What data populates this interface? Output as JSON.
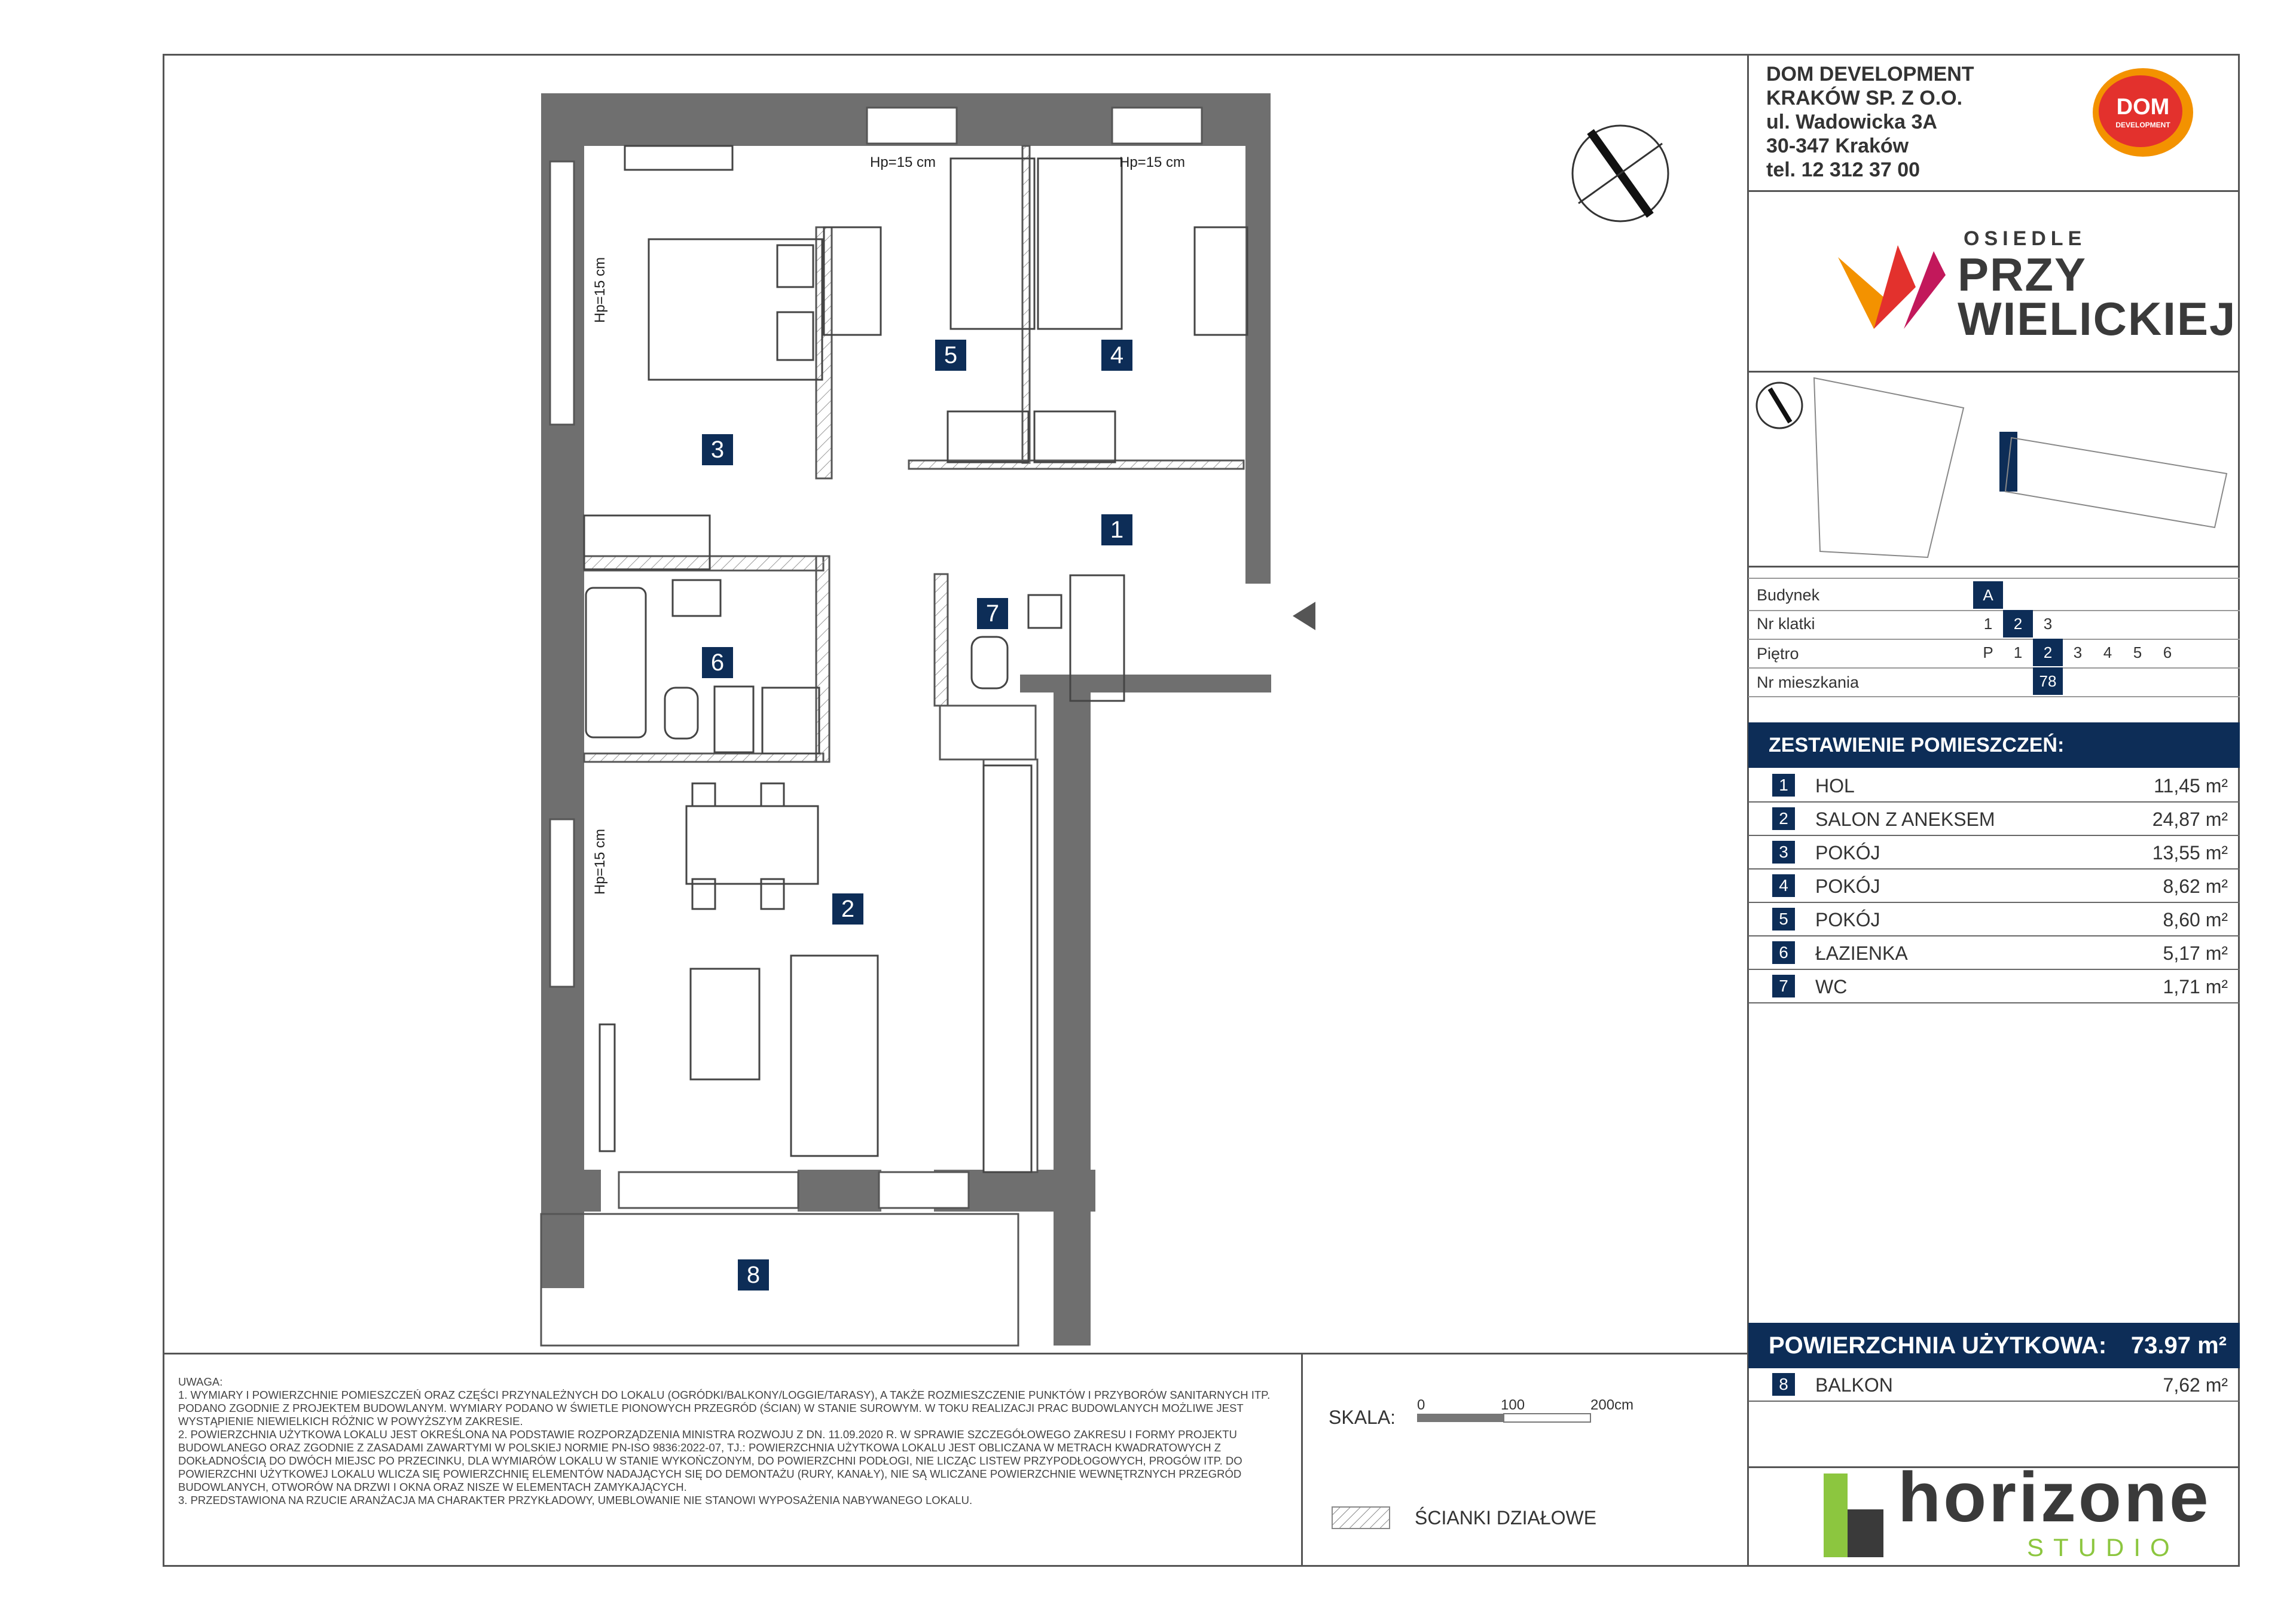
{
  "company": {
    "name_line1": "DOM DEVELOPMENT",
    "name_line2": "KRAKÓW SP. Z O.O.",
    "street": "ul. Wadowicka 3A",
    "city": "30-347 Kraków",
    "phone": "tel. 12 312 37 00",
    "logo_text_top": "DOM",
    "logo_text_bottom": "DEVELOPMENT"
  },
  "estate": {
    "line1": "OSIEDLE",
    "line2": "PRZY",
    "line3": "WIELICKIEJ"
  },
  "info": {
    "building_label": "Budynek",
    "building_values": [
      "A"
    ],
    "building_active": "A",
    "stair_label": "Nr klatki",
    "stair_values": [
      "1",
      "2",
      "3"
    ],
    "stair_active": "2",
    "floor_label": "Piętro",
    "floor_values": [
      "P",
      "1",
      "2",
      "3",
      "4",
      "5",
      "6"
    ],
    "floor_active": "2",
    "apartment_label": "Nr mieszkania",
    "apartment_value": "78"
  },
  "rooms_header": "ZESTAWIENIE POMIESZCZEŃ:",
  "rooms": [
    {
      "num": "1",
      "name": "HOL",
      "area": "11,45 m²"
    },
    {
      "num": "2",
      "name": "SALON Z ANEKSEM",
      "area": "24,87 m²"
    },
    {
      "num": "3",
      "name": "POKÓJ",
      "area": "13,55 m²"
    },
    {
      "num": "4",
      "name": "POKÓJ",
      "area": "8,62 m²"
    },
    {
      "num": "5",
      "name": "POKÓJ",
      "area": "8,60 m²"
    },
    {
      "num": "6",
      "name": "ŁAZIENKA",
      "area": "5,17 m²"
    },
    {
      "num": "7",
      "name": "WC",
      "area": "1,71 m²"
    }
  ],
  "total": {
    "label": "POWIERZCHNIA UŻYTKOWA:",
    "value": "73.97 m²"
  },
  "balcony": {
    "num": "8",
    "name": "BALKON",
    "area": "7,62 m²"
  },
  "plan": {
    "room_labels": [
      "1",
      "2",
      "3",
      "4",
      "5",
      "6",
      "7",
      "8"
    ],
    "hp_text": "Hp=15 cm"
  },
  "notes": {
    "title": "UWAGA:",
    "items": [
      "1. WYMIARY I POWIERZCHNIE POMIESZCZEŃ ORAZ CZĘŚCI PRZYNALEŻNYCH DO LOKALU (OGRÓDKI/BALKONY/LOGGIE/TARASY), A TAKŻE ROZMIESZCZENIE PUNKTÓW I PRZYBORÓW SANITARNYCH ITP. PODANO ZGODNIE Z PROJEKTEM BUDOWLANYM. WYMIARY PODANO W ŚWIETLE PIONOWYCH PRZEGRÓD (ŚCIAN) W STANIE SUROWYM. W TOKU REALIZACJI PRAC BUDOWLANYCH MOŻLIWE JEST WYSTĄPIENIE NIEWIELKICH RÓŻNIC W POWYŻSZYM ZAKRESIE.",
      "2. POWIERZCHNIA UŻYTKOWA LOKALU JEST OKREŚLONA NA PODSTAWIE ROZPORZĄDZENIA MINISTRA ROZWOJU Z DN. 11.09.2020 R. W SPRAWIE SZCZEGÓŁOWEGO ZAKRESU I FORMY PROJEKTU BUDOWLANEGO ORAZ ZGODNIE Z ZASADAMI ZAWARTYMI W POLSKIEJ NORMIE PN-ISO 9836:2022-07, TJ.: POWIERZCHNIA UŻYTKOWA LOKALU JEST OBLICZANA W METRACH KWADRATOWYCH Z DOKŁADNOŚCIĄ DO DWÓCH MIEJSC PO PRZECINKU, DLA WYMIARÓW LOKALU W STANIE WYKOŃCZONYM, DO POWIERZCHNI PODŁOGI, NIE LICZĄC LISTEW PRZYPODŁOGOWYCH, PROGÓW ITP. DO POWIERZCHNI UŻYTKOWEJ LOKALU WLICZA SIĘ POWIERZCHNIĘ ELEMENTÓW NADAJĄCYCH SIĘ DO DEMONTAŻU (RURY, KANAŁY), NIE SĄ WLICZANE POWIERZCHNIE WEWNĘTRZNYCH PRZEGRÓD BUDOWLANYCH, OTWORÓW NA DRZWI I OKNA ORAZ NISZE W ELEMENTACH ZAMYKAJĄCYCH.",
      "3. PRZEDSTAWIONA NA RZUCIE ARANŻACJA MA CHARAKTER PRZYKŁADOWY, UMEBLOWANIE NIE STANOWI WYPOSAŻENIA NABYWANEGO LOKALU."
    ]
  },
  "scale": {
    "label": "SKALA:",
    "ticks": [
      "0",
      "100",
      "200cm"
    ]
  },
  "partition_label": "ŚCIANKI DZIAŁOWE",
  "studio": {
    "name": "horizone",
    "sub": "STUDIO"
  },
  "colors": {
    "navy": "#0d2d57",
    "wall": "#6f6f6f",
    "brand_red": "#e3312d",
    "brand_orange": "#f39200",
    "studio_green": "#8cc63f"
  }
}
